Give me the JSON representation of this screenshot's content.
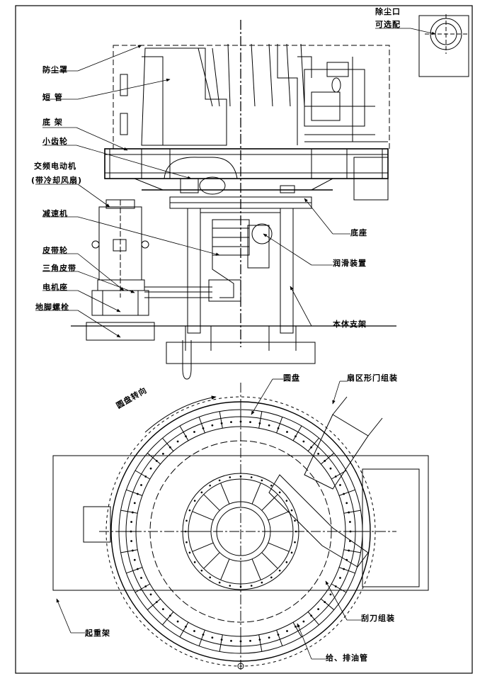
{
  "labels": {
    "dust_port": "除尘口",
    "optional": "可选配",
    "dust_cover": "防尘罩",
    "short_pipe": "短 管",
    "under_frame": "底 架",
    "pinion": "小齿轮",
    "vfd_motor": "交频电动机",
    "with_fan": "(带冷却风扇)",
    "reducer": "减速机",
    "pulley": "皮带轮",
    "v_belt": "三角皮带",
    "motor_base": "电机座",
    "anchor_bolt": "地脚螺栓",
    "base": "底座",
    "lubrication": "润滑装置",
    "body_support": "本体支架",
    "disc": "圆盘",
    "fan_gate": "扇区形门组装",
    "disc_rotation": "圆盘转向",
    "lifting_frame": "起重架",
    "scraper": "刮刀组装",
    "oil_pipe": "给、排油管"
  }
}
